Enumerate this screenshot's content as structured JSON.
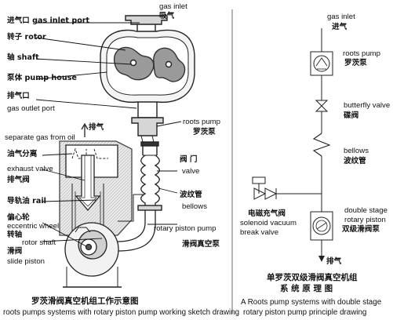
{
  "left": {
    "labels": {
      "gas_inlet_en": "gas inlet",
      "gas_inlet_cn": "吸气",
      "inlet_port": "进气口 gas inlet port",
      "rotor": "转子 rotor",
      "shaft": "轴 shaft",
      "pump_house": "泵体 pump house",
      "outlet_cn": "排气口",
      "outlet_en": "gas outlet port",
      "roots_pump_en": "roots pump",
      "roots_pump_cn": "罗茨泵",
      "separate_gas": "separate gas from oil",
      "exhaust_cn_top": "排气",
      "oil_separation": "油气分离",
      "exhaust_valve_en": "exhaust valve",
      "exhaust_valve_cn": "排气阀",
      "guide_rail": "导轨油 rail",
      "eccentric_cn": "偏心轮",
      "eccentric_en": "eccentric wheel",
      "rotation_cn": "转轴",
      "rotor_shaft": "rotor shaft",
      "slide_cn": "滑阀",
      "slide_piston": "slide piston",
      "valve_cn": "阀  门",
      "valve_en": "valve",
      "bellows_cn": "波纹管",
      "bellows_en": "bellows",
      "rotary_piston_en": "rotary piston pump",
      "rotary_piston_cn": "滑阀真空泵"
    },
    "caption": {
      "cn": "罗茨滑阀真空机组工作示意图",
      "en": "roots pumps systems with rotary piston pump working sketch drawing"
    }
  },
  "right": {
    "labels": {
      "gas_inlet_en": "gas inlet",
      "gas_inlet_cn": "进气",
      "roots_pump_en": "roots pump",
      "roots_pump_cn": "罗茨泵",
      "butterfly_en": "butterfly valve",
      "butterfly_cn": "碟阀",
      "bellows_en": "bellows",
      "bellows_cn": "波纹管",
      "solenoid_cn": "电磁充气阀",
      "solenoid_en1": "solenoid vacuum",
      "solenoid_en2": "break valve",
      "ds_en1": "double stage",
      "ds_en2": "rotary piston",
      "ds_cn": "双级滑阀泵",
      "exhaust_cn": "排气"
    },
    "caption": {
      "cn1": "单罗茨双级滑阀真空机组",
      "cn2": "系 统  原 理 图",
      "en1": "A Roots pump systems with double stage",
      "en2": "rotary piston pump principle drawing"
    }
  }
}
